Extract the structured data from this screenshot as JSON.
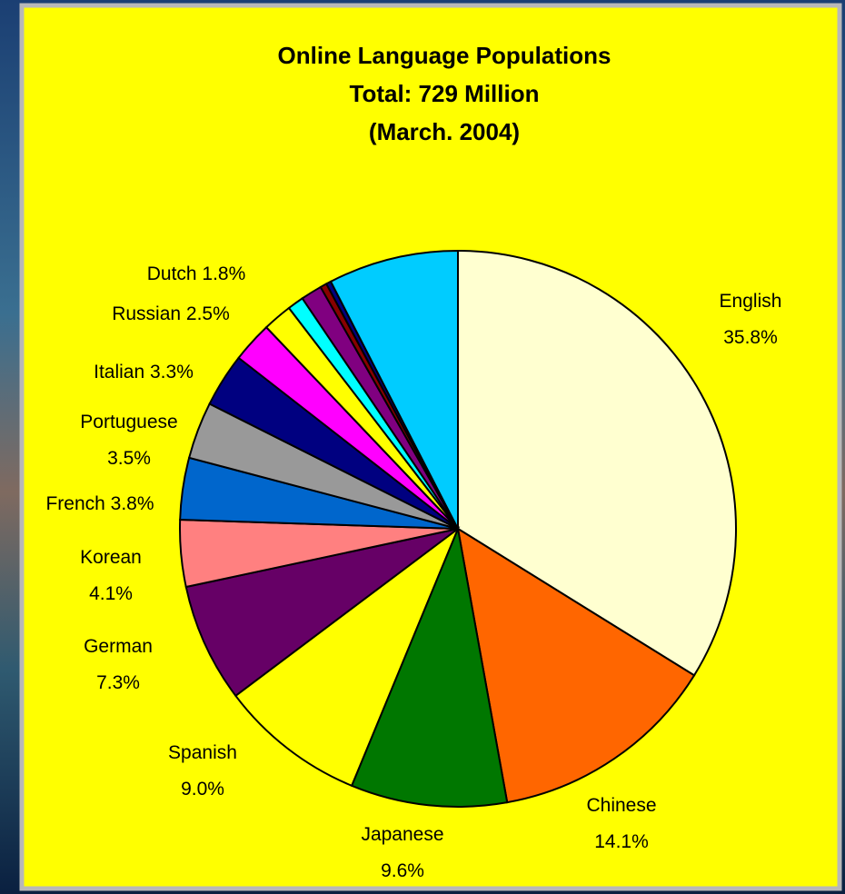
{
  "chart_data": {
    "type": "pie",
    "title": [
      "Online Language Populations",
      "Total: 729 Million",
      "(March. 2004)"
    ],
    "slices": [
      {
        "name": "English",
        "value": 35.8,
        "color": "#FFFFD0",
        "label": [
          "English",
          "35.8%"
        ]
      },
      {
        "name": "Chinese",
        "value": 14.1,
        "color": "#FF6600",
        "label": [
          "Chinese",
          "14.1%"
        ]
      },
      {
        "name": "Japanese",
        "value": 9.6,
        "color": "#007700",
        "label": [
          "Japanese",
          "9.6%"
        ]
      },
      {
        "name": "Spanish",
        "value": 9.0,
        "color": "#FFFF00",
        "label": [
          "Spanish",
          "9.0%"
        ]
      },
      {
        "name": "German",
        "value": 7.3,
        "color": "#660066",
        "label": [
          "German",
          "7.3%"
        ]
      },
      {
        "name": "Korean",
        "value": 4.1,
        "color": "#FF8080",
        "label": [
          "Korean",
          "4.1%"
        ]
      },
      {
        "name": "French",
        "value": 3.8,
        "color": "#0066CC",
        "label": [
          "French 3.8%"
        ]
      },
      {
        "name": "Portuguese",
        "value": 3.5,
        "color": "#999999",
        "label": [
          "Portuguese",
          "3.5%"
        ]
      },
      {
        "name": "Italian",
        "value": 3.3,
        "color": "#000080",
        "label": [
          "Italian 3.3%"
        ]
      },
      {
        "name": "Russian",
        "value": 2.5,
        "color": "#FF00FF",
        "label": [
          "Russian 2.5%"
        ]
      },
      {
        "name": "Dutch",
        "value": 1.8,
        "color": "#FFFF00",
        "label": [
          "Dutch 1.8%"
        ]
      },
      {
        "name": "",
        "value": 1.0,
        "color": "#00FFFF",
        "label": []
      },
      {
        "name": "",
        "value": 1.3,
        "color": "#800080",
        "label": []
      },
      {
        "name": "",
        "value": 0.4,
        "color": "#880000",
        "label": []
      },
      {
        "name": "",
        "value": 0.3,
        "color": "#000080",
        "label": []
      },
      {
        "name": "",
        "value": 8.0,
        "color": "#00CCFF",
        "label": []
      }
    ]
  }
}
